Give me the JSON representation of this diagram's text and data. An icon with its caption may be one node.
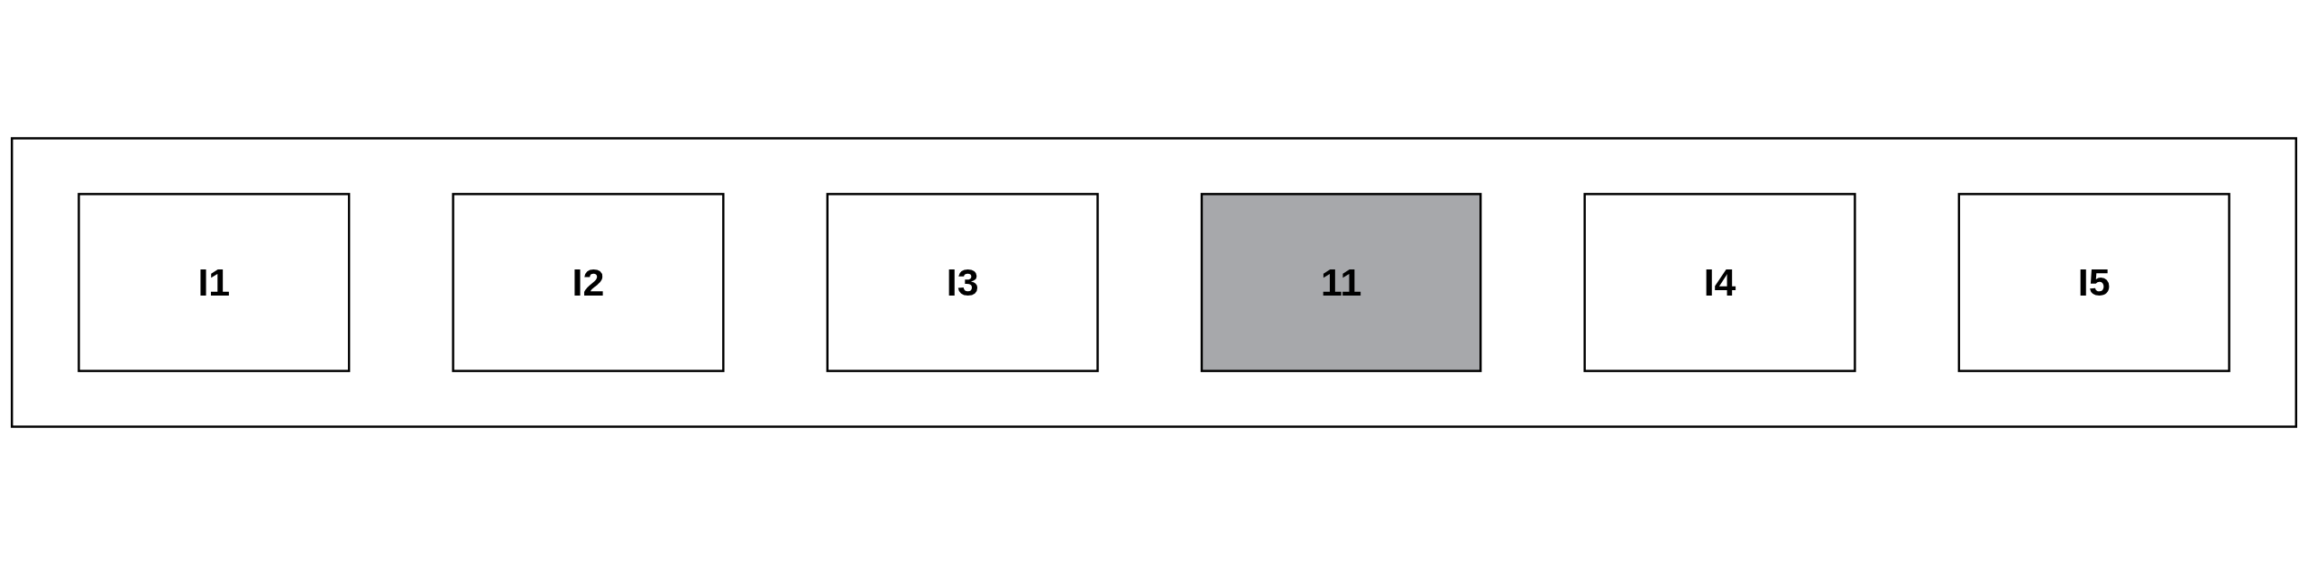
{
  "diagram": {
    "nodes": [
      {
        "text": [],
        "shape": "box"
      },
      {
        "text": [
          "I1"
        ],
        "in": 0
      },
      {
        "text": [
          "I2"
        ],
        "in": 0
      },
      {
        "text": [
          "I3"
        ],
        "in": 0
      },
      {
        "text": [
          "11"
        ],
        "in": 0
      },
      {
        "text": [
          "I4"
        ],
        "in": 0
      },
      {
        "text": [
          "I5"
        ],
        "in": 0
      }
    ]
  }
}
